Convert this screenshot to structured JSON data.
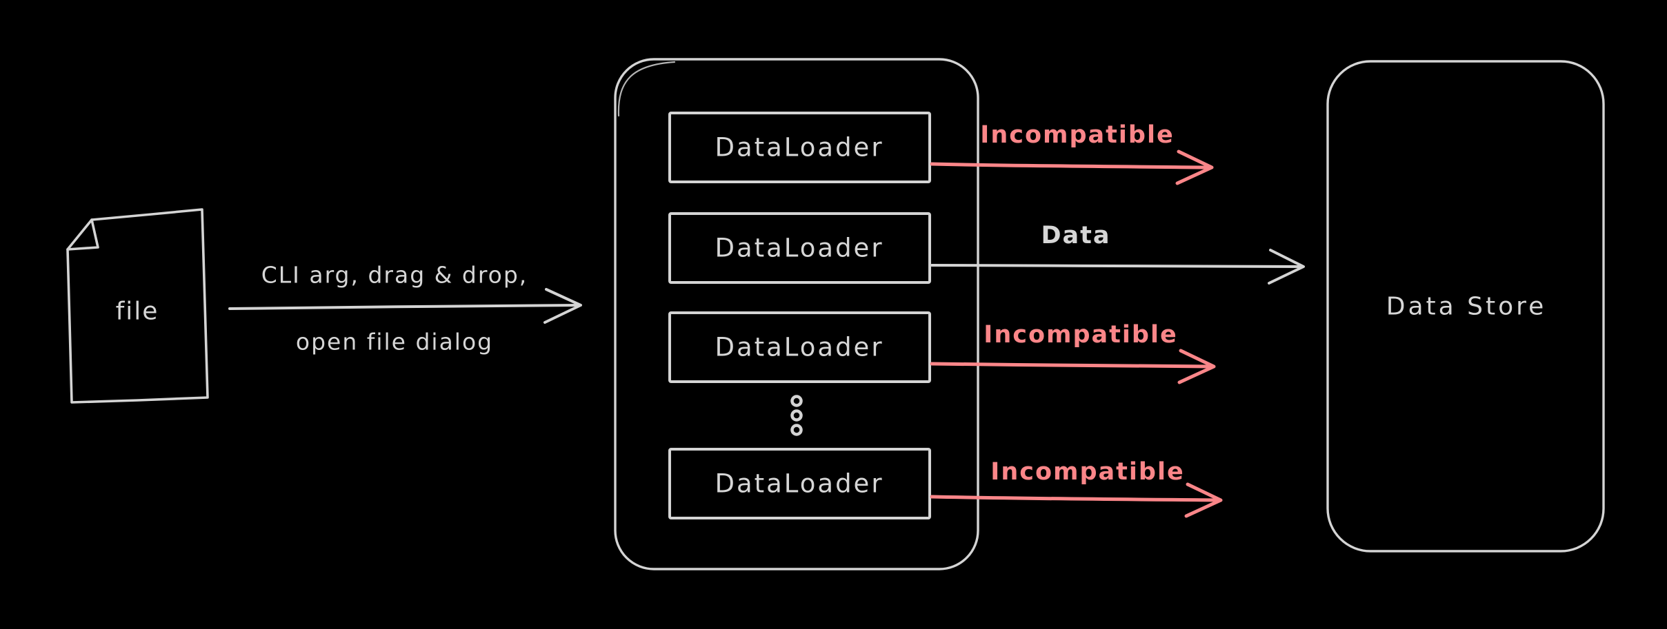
{
  "canvas": {
    "background_color": "#000000",
    "stroke_color": "#d4d4d4",
    "accent_red_color": "#fb8689"
  },
  "file_node": {
    "icon": "document-with-folded-corner-icon",
    "label": "file"
  },
  "input_arrow": {
    "label_line1": "CLI arg, drag & drop,",
    "label_line2": "open file dialog"
  },
  "loader_group": {
    "boxes": [
      {
        "label": "DataLoader"
      },
      {
        "label": "DataLoader"
      },
      {
        "label": "DataLoader"
      },
      {
        "label": "DataLoader"
      }
    ],
    "ellipsis_icon": "vertical-ellipsis-icon"
  },
  "output_arrows": [
    {
      "label": "Incompatible",
      "status": "incompatible",
      "color": "#fb8689",
      "from": "DataLoader 1"
    },
    {
      "label": "Data",
      "status": "compatible",
      "color": "#d4d4d4",
      "from": "DataLoader 2"
    },
    {
      "label": "Incompatible",
      "status": "incompatible",
      "color": "#fb8689",
      "from": "DataLoader 3"
    },
    {
      "label": "Incompatible",
      "status": "incompatible",
      "color": "#fb8689",
      "from": "DataLoader N"
    }
  ],
  "data_store": {
    "label": "Data Store"
  }
}
